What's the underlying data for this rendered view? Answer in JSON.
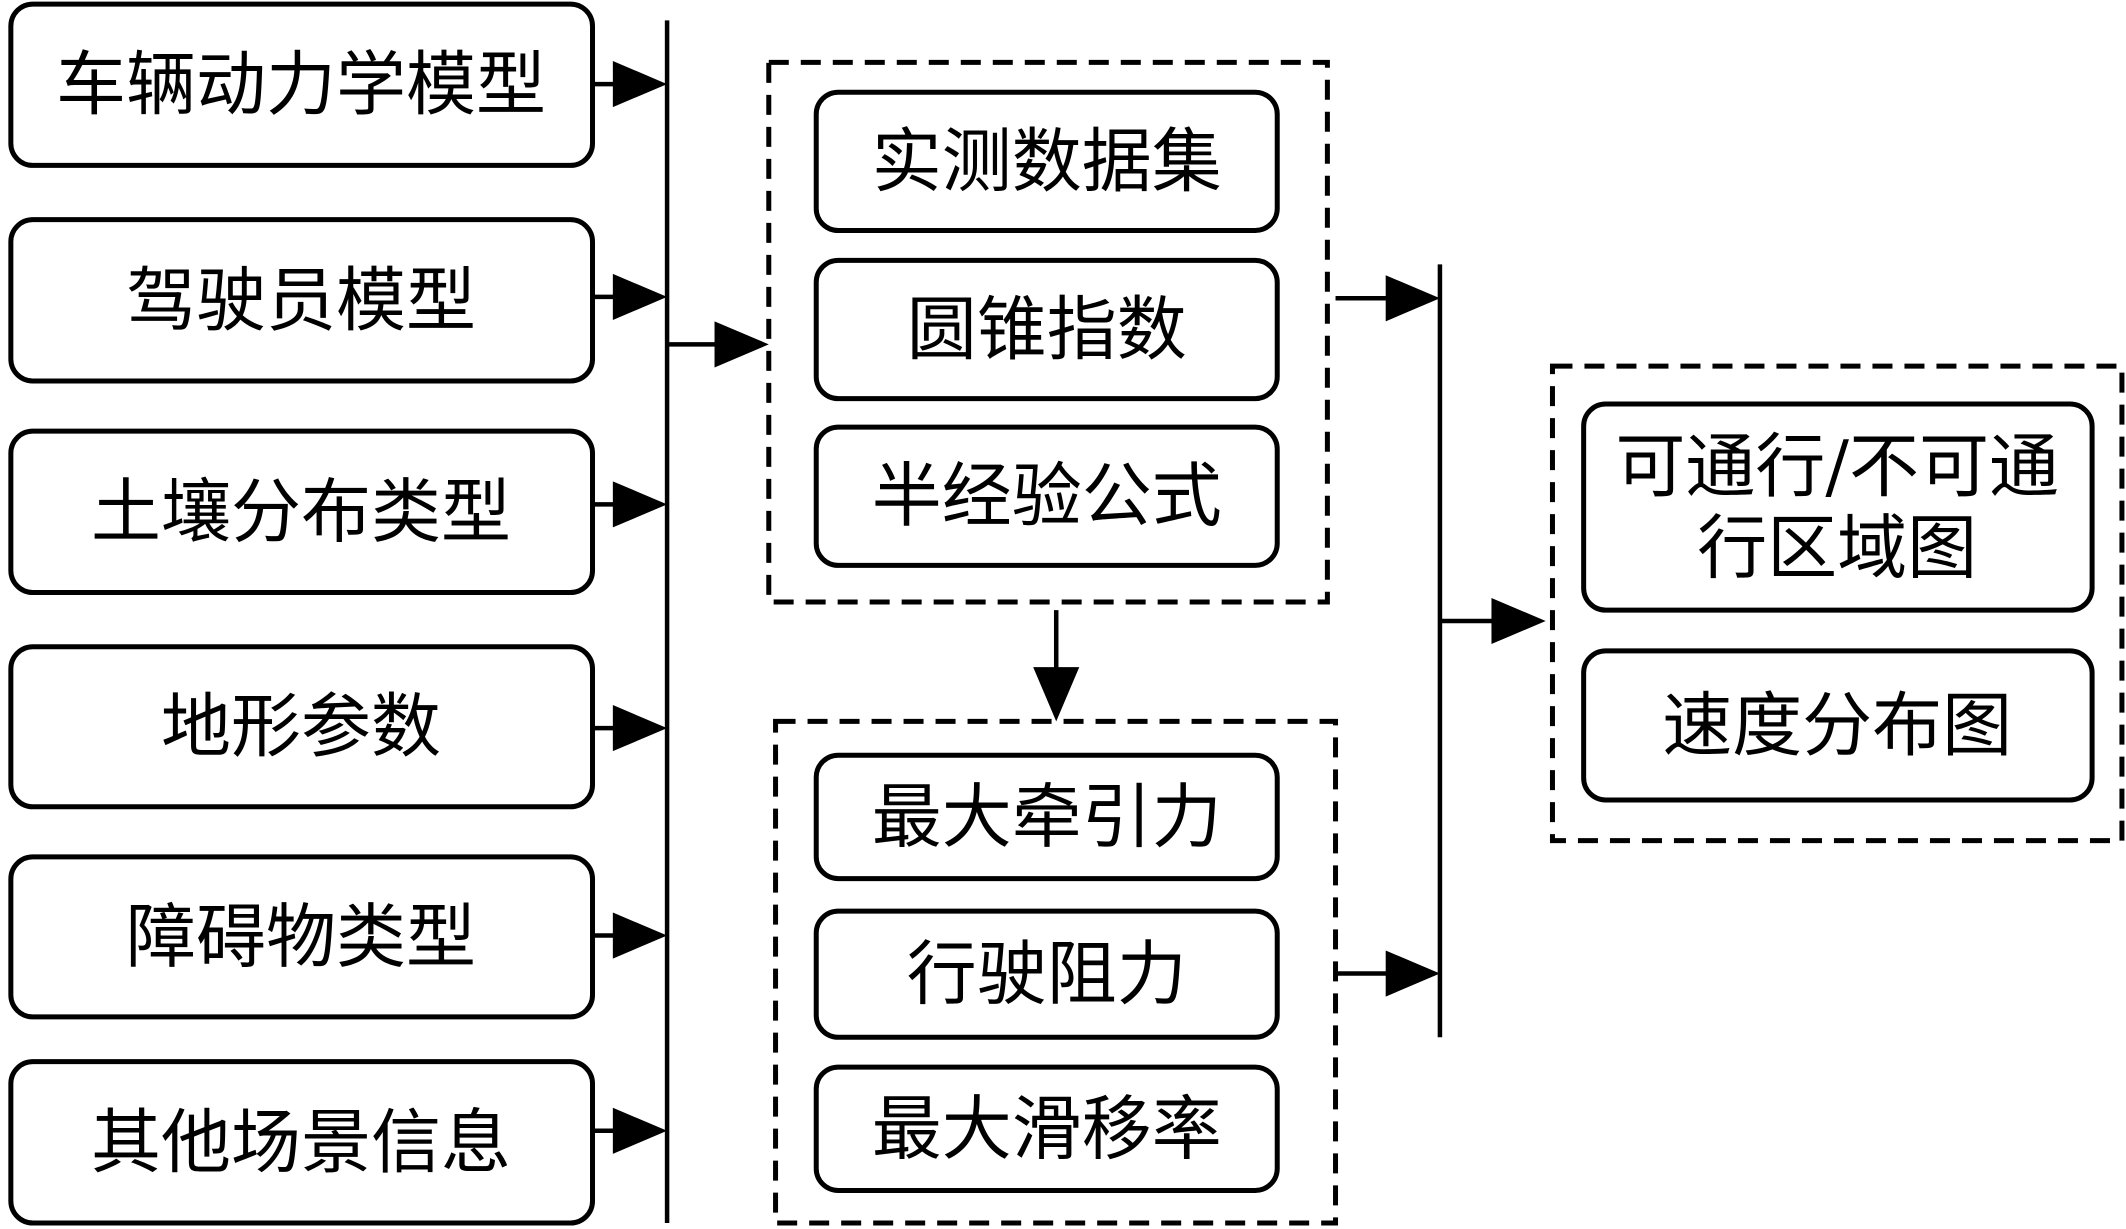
{
  "inputs": [
    {
      "label": "车辆动力学模型"
    },
    {
      "label": "驾驶员模型"
    },
    {
      "label": "土壤分布类型"
    },
    {
      "label": "地形参数"
    },
    {
      "label": "障碍物类型"
    },
    {
      "label": "其他场景信息"
    }
  ],
  "methods_group": [
    {
      "label": "实测数据集"
    },
    {
      "label": "圆锥指数"
    },
    {
      "label": "半经验公式"
    }
  ],
  "mobility_group": [
    {
      "label": "最大牵引力"
    },
    {
      "label": "行驶阻力"
    },
    {
      "label": "最大滑移率"
    }
  ],
  "outputs_group": [
    {
      "label_lines": [
        "可通行/不可通",
        "行区域图"
      ]
    },
    {
      "label_lines": [
        "速度分布图"
      ]
    }
  ]
}
